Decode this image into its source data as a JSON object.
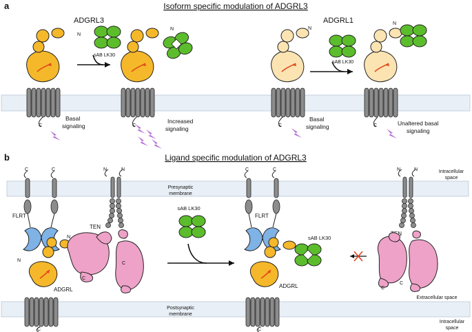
{
  "panel_a": {
    "letter": "a",
    "title": "Isoform specific modulation of ADGRL3",
    "adgrl3_label": "ADGRL3",
    "adgrl1_label": "ADGRL1",
    "sab_label": "sAB LK30",
    "n_label": "N",
    "c_label": "C",
    "basal": "Basal",
    "signaling": "signaling",
    "increased": "Increased",
    "unaltered": "Unaltered basal"
  },
  "panel_b": {
    "letter": "b",
    "title": "Ligand specific modulation of ADGRL3",
    "presynaptic": "Presynaptic",
    "postsynaptic": "Postsynaptic",
    "membrane": "membrane",
    "intracellular": "Intracellular",
    "space": "space",
    "extracellular": "Extracellular space",
    "flrt": "FLRT",
    "ten": "TEN",
    "adgrl": "ADGRL",
    "sab_label": "sAB LK30",
    "n_label": "N",
    "c_label": "C"
  },
  "colors": {
    "adgrl3": "#f5b82a",
    "adgrl1": "#fbe3b2",
    "sab": "#5cbd2c",
    "flrt": "#7fb2e5",
    "ten": "#eea2c8",
    "membrane": "#e9eff6",
    "tm": "#8c8c8c",
    "bolt": "#b267d6",
    "block": "#e0451f"
  }
}
